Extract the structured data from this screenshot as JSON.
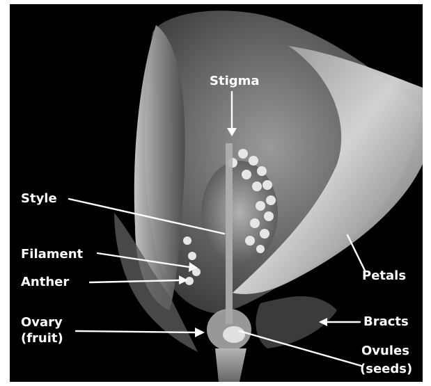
{
  "labels": {
    "stigma": "Stigma",
    "style": "Style",
    "filament": "Filament",
    "anther": "Anther",
    "ovary": "Ovary",
    "ovary_sub": "(fruit)",
    "petals": "Petals",
    "bracts": "Bracts",
    "ovules": "Ovules",
    "ovules_sub": "(seeds)"
  },
  "colors": {
    "background": "#000000",
    "text": "#ffffff"
  }
}
